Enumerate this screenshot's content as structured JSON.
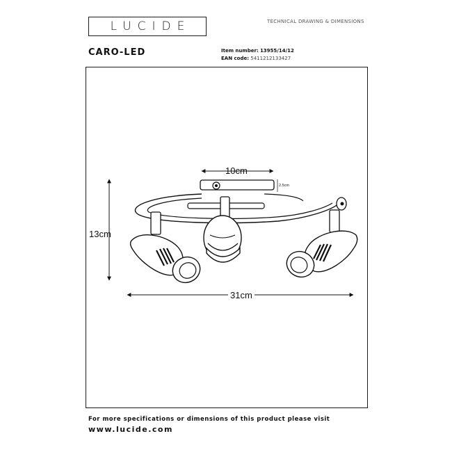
{
  "header": {
    "logo_text": "LUCIDE",
    "section_title": "TECHNICAL DRAWING & DIMENSIONS"
  },
  "product": {
    "name": "CARO-LED",
    "item_number_label": "Item number:",
    "item_number": "13955/14/12",
    "ean_label": "EAN code:",
    "ean": "5411212133427"
  },
  "dimensions": {
    "width_top": "10cm",
    "depth_small": "2.5cm",
    "height": "13cm",
    "width_total": "31cm"
  },
  "footer": {
    "note": "For more specifications or dimensions of this product please visit",
    "website": "www.lucide.com"
  }
}
